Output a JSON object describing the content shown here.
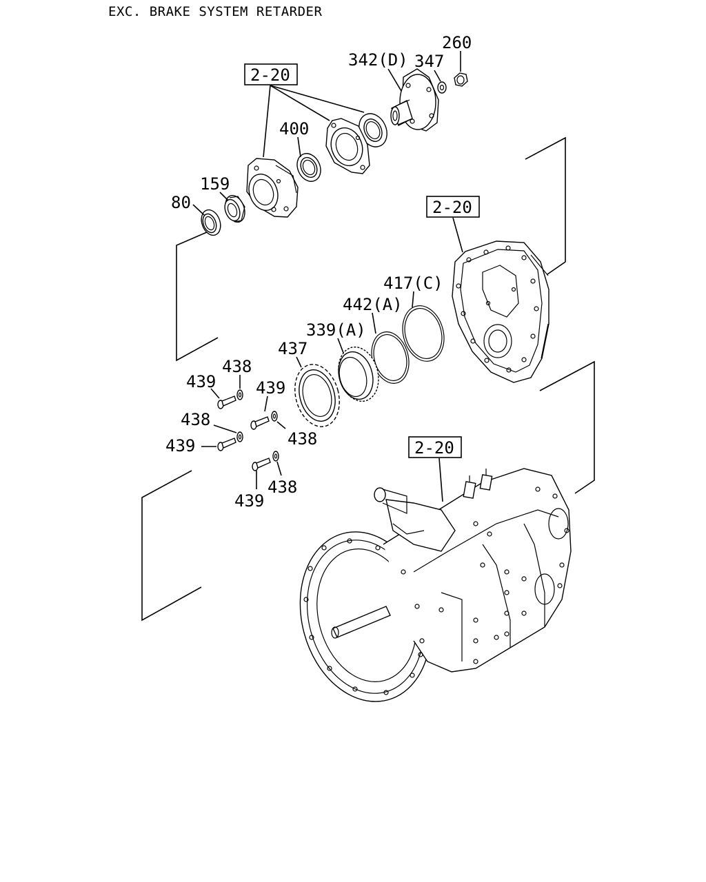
{
  "title": "EXC. BRAKE SYSTEM RETARDER",
  "ref_boxes": [
    "2-20",
    "2-20",
    "2-20"
  ],
  "labels": {
    "p260": "260",
    "p342": "342(D)",
    "p347": "347",
    "p400": "400",
    "p159": "159",
    "p80": "80",
    "p417": "417(C)",
    "p442": "442(A)",
    "p339": "339(A)",
    "p437": "437",
    "p438a": "438",
    "p439a": "439",
    "p439b": "439",
    "p438b": "438",
    "p438c": "438",
    "p439c": "439",
    "p439d": "439",
    "p438d": "438"
  }
}
